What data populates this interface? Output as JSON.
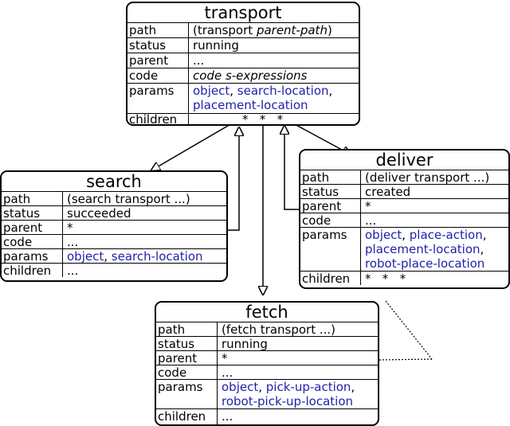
{
  "colors": {
    "param": "#1f1fa8",
    "line": "#000000"
  },
  "nodes": {
    "transport": {
      "title": "transport",
      "path_key": "path",
      "path_open": "(transport ",
      "path_em": "parent-path",
      "path_close": ")",
      "status_key": "status",
      "status": "running",
      "parent_key": "parent",
      "parent": "...",
      "code_key": "code",
      "code": "code s-expressions",
      "params_key": "params",
      "params_1a": "object",
      "params_1sep": ", ",
      "params_1b": "search-location",
      "params_1end": ",",
      "params_2": "placement-location",
      "children_key": "children",
      "children": "*   *   *"
    },
    "search": {
      "title": "search",
      "path_key": "path",
      "path": "(search transport ...)",
      "status_key": "status",
      "status": "succeeded",
      "parent_key": "parent",
      "parent": "*",
      "code_key": "code",
      "code": "...",
      "params_key": "params",
      "params_a": "object",
      "params_sep": ", ",
      "params_b": "search-location",
      "children_key": "children",
      "children": "..."
    },
    "deliver": {
      "title": "deliver",
      "path_key": "path",
      "path": "(deliver transport ...)",
      "status_key": "status",
      "status": "created",
      "parent_key": "parent",
      "parent": "*",
      "code_key": "code",
      "code": "...",
      "params_key": "params",
      "params_1a": "object",
      "params_1sep": ", ",
      "params_1b": "place-action",
      "params_1end": ",",
      "params_2": "placement-location",
      "params_2end": ",",
      "params_3": "robot-place-location",
      "children_key": "children",
      "children": "*   *   *"
    },
    "fetch": {
      "title": "fetch",
      "path_key": "path",
      "path": "(fetch transport ...)",
      "status_key": "status",
      "status": "running",
      "parent_key": "parent",
      "parent": "*",
      "code_key": "code",
      "code": "...",
      "params_key": "params",
      "params_1a": "object",
      "params_1sep": ", ",
      "params_1b": "pick-up-action",
      "params_1end": ",",
      "params_2": "robot-pick-up-location",
      "children_key": "children",
      "children": "..."
    }
  }
}
